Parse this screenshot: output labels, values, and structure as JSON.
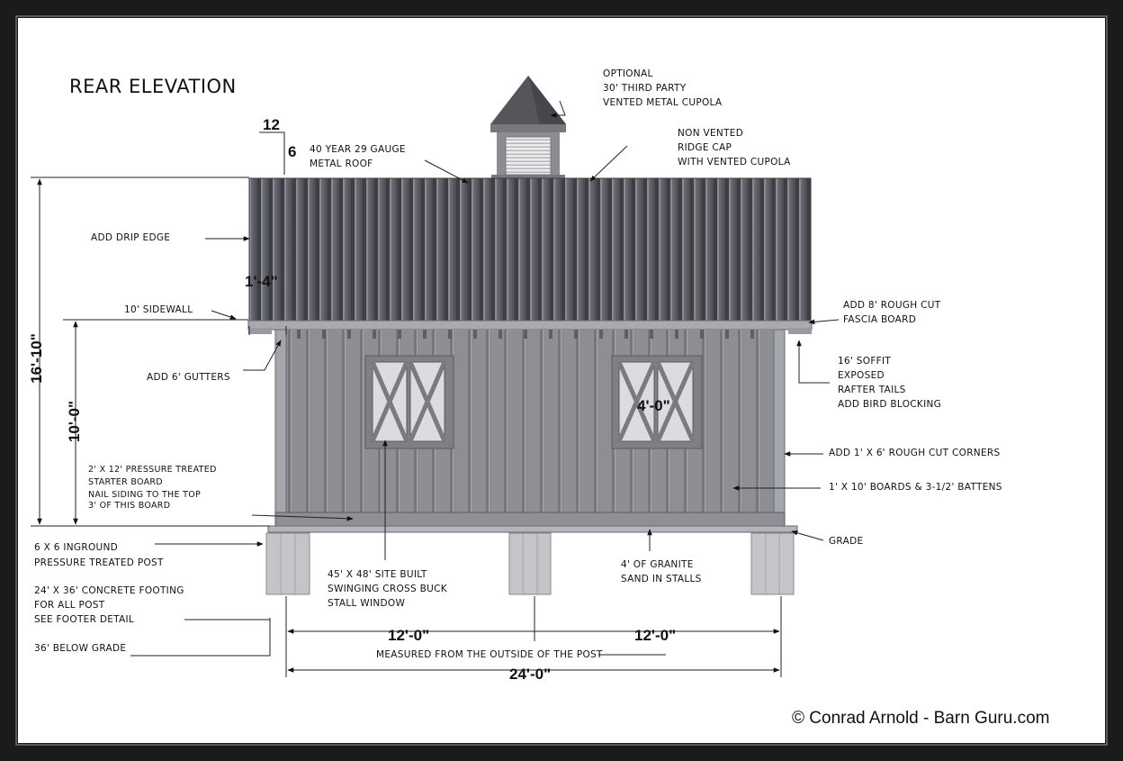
{
  "title": "REAR ELEVATION",
  "copyright": "© Conrad Arnold - Barn Guru.com",
  "pitch": {
    "run": "12",
    "rise": "6"
  },
  "dimensions": {
    "overhang": "1'-4\"",
    "overall_height": "16'-10\"",
    "sidewall_height": "10'-0\"",
    "window_width": "4'-0\"",
    "bay_left": "12'-0\"",
    "bay_right": "12'-0\"",
    "overall_width": "24'-0\"",
    "measured_note": "MEASURED FROM THE OUTSIDE OF THE POST"
  },
  "notes": {
    "cupola": [
      "OPTIONAL",
      "30' THIRD PARTY",
      "VENTED METAL CUPOLA"
    ],
    "roof": [
      "40 YEAR 29 GAUGE",
      "METAL ROOF"
    ],
    "ridge": [
      "NON VENTED",
      "RIDGE CAP",
      "WITH VENTED CUPOLA"
    ],
    "drip_edge": "ADD DRIP EDGE",
    "sidewall": "10' SIDEWALL",
    "fascia": [
      "ADD 8' ROUGH CUT",
      "FASCIA BOARD"
    ],
    "gutters": "ADD 6' GUTTERS",
    "soffit": [
      "16' SOFFIT",
      "EXPOSED",
      "RAFTER TAILS",
      "ADD BIRD BLOCKING"
    ],
    "corners": "ADD 1' X 6'  ROUGH CUT CORNERS",
    "boards": "1' X 10' BOARDS & 3-1/2' BATTENS",
    "starter": [
      "2' X 12' PRESSURE TREATED",
      "STARTER BOARD",
      "NAIL SIDING TO THE TOP",
      "3' OF THIS BOARD"
    ],
    "grade": "GRADE",
    "post": [
      "6 X 6 INGROUND",
      "PRESSURE TREATED POST"
    ],
    "footing": [
      "24' X 36' CONCRETE FOOTING",
      "FOR ALL POST",
      "SEE FOOTER DETAIL"
    ],
    "below_grade": "36' BELOW GRADE",
    "window": [
      "45' X 48' SITE BUILT",
      "SWINGING CROSS BUCK",
      "STALL WINDOW"
    ],
    "sand": [
      "4' OF GRANITE",
      "SAND IN STALLS"
    ]
  },
  "colors": {
    "frame": "#1b1b1b",
    "paper": "#ffffff",
    "roof": "#5f5f66",
    "siding": "#8d8d94",
    "trim": "#a6a6ad",
    "footing": "#c4c4c9"
  }
}
